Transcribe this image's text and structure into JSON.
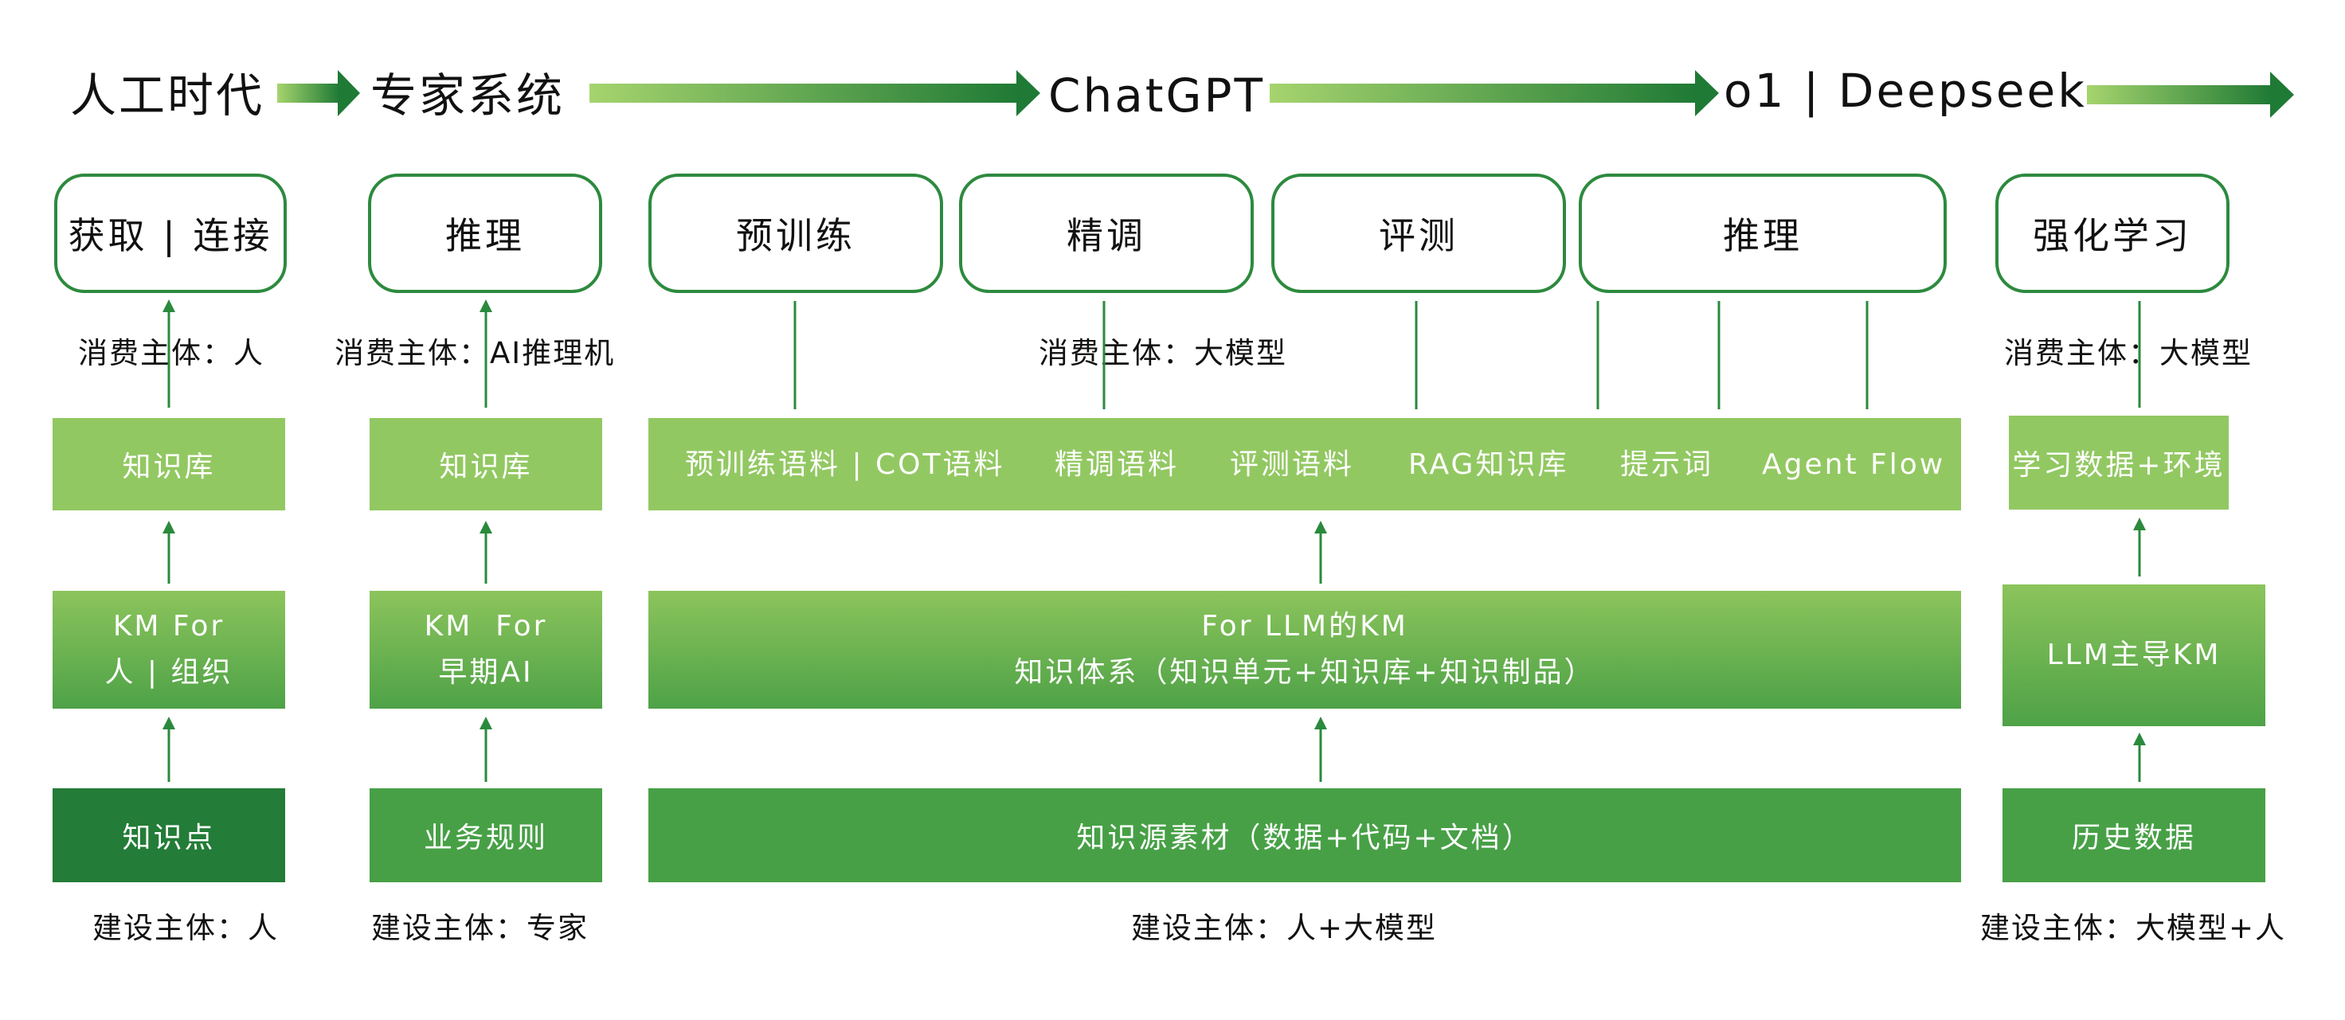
{
  "eras": [
    "人工时代",
    "专家系统",
    "ChatGPT",
    "o1 | Deepseek"
  ],
  "stages": {
    "acquire": "获取 | 连接",
    "expert_reasoning": "推理",
    "pretrain": "预训练",
    "finetune": "精调",
    "evaluate": "评测",
    "llm_reasoning": "推理",
    "rl": "强化学习"
  },
  "consumers": {
    "manual": "消费主体：人",
    "expert": "消费主体：AI推理机",
    "llm": "消费主体：大模型",
    "rl": "消费主体：大模型"
  },
  "knowledge_layer": {
    "manual": "知识库",
    "expert": "知识库",
    "llm_items": [
      "预训练语料 | COT语料",
      "精调语料",
      "评测语料",
      "RAG知识库",
      "提示词",
      "Agent Flow"
    ],
    "rl": "学习数据+环境"
  },
  "km_layer": {
    "manual_line1": "KM For",
    "manual_line2": "人 | 组织",
    "expert_line1": "KM  For",
    "expert_line2": "早期AI",
    "llm_line1": "For LLM的KM",
    "llm_line2": "知识体系（知识单元+知识库+知识制品）",
    "rl": "LLM主导KM"
  },
  "source_layer": {
    "manual": "知识点",
    "expert": "业务规则",
    "llm": "知识源素材（数据+代码+文档）",
    "rl": "历史数据"
  },
  "builders": {
    "manual": "建设主体：人",
    "expert": "建设主体：专家",
    "llm": "建设主体：人+大模型",
    "rl": "建设主体：大模型+人"
  },
  "colors": {
    "dark_green": "#1f7a35",
    "mid_green": "#47a046",
    "light_green": "#92c862",
    "border_green": "#2d8a3e"
  }
}
